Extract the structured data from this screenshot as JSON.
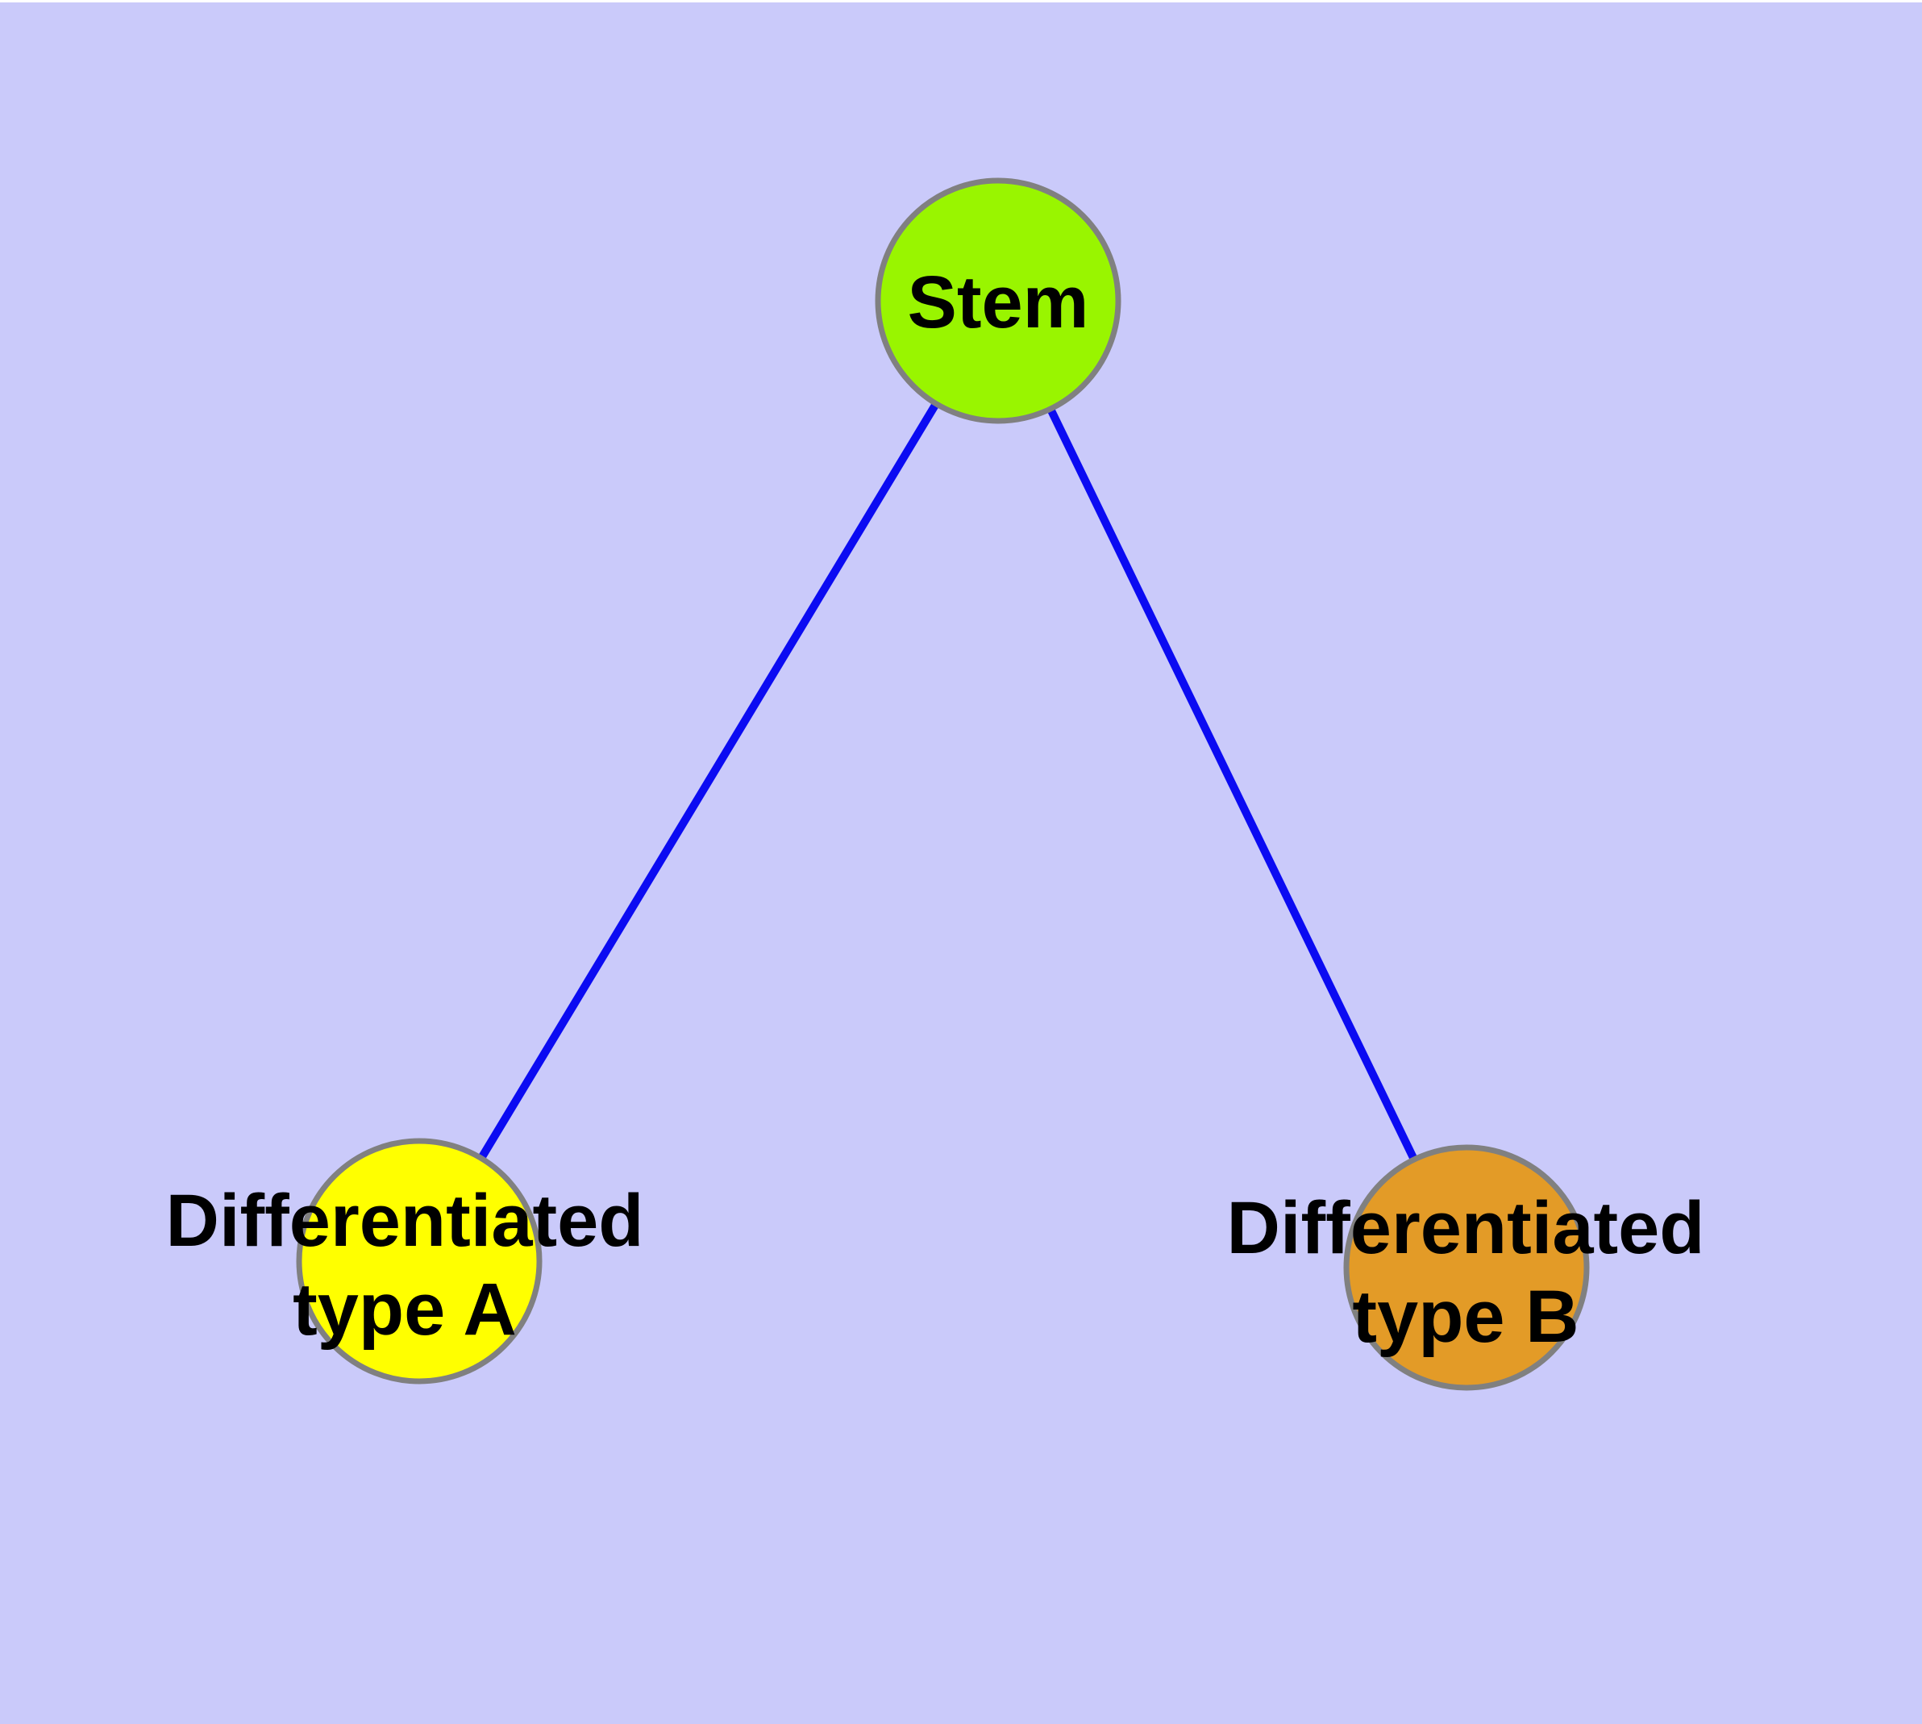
{
  "diagram": {
    "background_color": "#CACAFA",
    "top_margin_color": "#FFFFFF",
    "edge_color": "#0B0BF2",
    "node_border_color": "#808080",
    "label_color": "#000000",
    "nodes": [
      {
        "id": "stem",
        "label": "Stem",
        "fill": "#99F500"
      },
      {
        "id": "differentiated-type-a",
        "label_line1": "Differentiated",
        "label_line2": "type A",
        "fill": "#FFFF00"
      },
      {
        "id": "differentiated-type-b",
        "label_line1": "Differentiated",
        "label_line2": "type B",
        "fill": "#E39B27"
      }
    ],
    "edges": [
      {
        "from": "stem",
        "to": "differentiated-type-a"
      },
      {
        "from": "stem",
        "to": "differentiated-type-b"
      }
    ]
  }
}
